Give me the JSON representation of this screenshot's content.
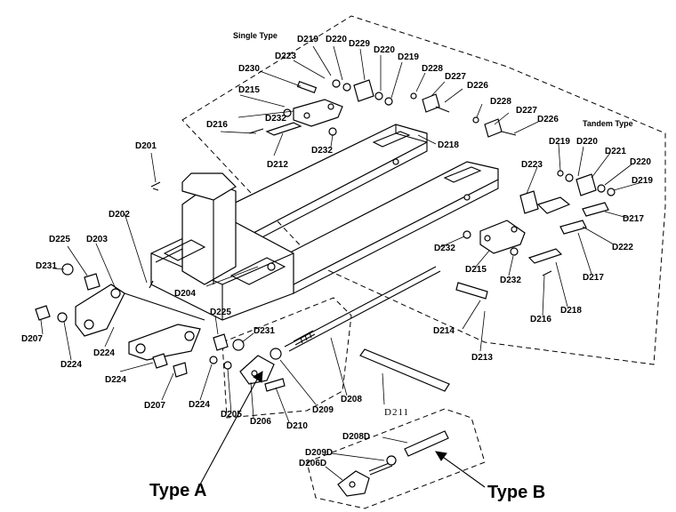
{
  "diagram": {
    "sections": {
      "single_type": "Single Type",
      "tandem_type": "Tandem Type",
      "type_a": "Type A",
      "type_b": "Type B"
    },
    "parts": [
      {
        "id": "p201",
        "code": "D201"
      },
      {
        "id": "p202",
        "code": "D202"
      },
      {
        "id": "p203",
        "code": "D203"
      },
      {
        "id": "p204",
        "code": "D204"
      },
      {
        "id": "p205",
        "code": "D205"
      },
      {
        "id": "p206",
        "code": "D206"
      },
      {
        "id": "p207a",
        "code": "D207"
      },
      {
        "id": "p207b",
        "code": "D207"
      },
      {
        "id": "p208",
        "code": "D208"
      },
      {
        "id": "p209",
        "code": "D209"
      },
      {
        "id": "p210",
        "code": "D210"
      },
      {
        "id": "p211",
        "code": "D211"
      },
      {
        "id": "p212",
        "code": "D212"
      },
      {
        "id": "p213",
        "code": "D213"
      },
      {
        "id": "p214",
        "code": "D214"
      },
      {
        "id": "p215a",
        "code": "D215"
      },
      {
        "id": "p215b",
        "code": "D215"
      },
      {
        "id": "p216a",
        "code": "D216"
      },
      {
        "id": "p216b",
        "code": "D216"
      },
      {
        "id": "p217a",
        "code": "D217"
      },
      {
        "id": "p217b",
        "code": "D217"
      },
      {
        "id": "p218a",
        "code": "D218"
      },
      {
        "id": "p218b",
        "code": "D218"
      },
      {
        "id": "p219a",
        "code": "D219"
      },
      {
        "id": "p219b",
        "code": "D219"
      },
      {
        "id": "p219c",
        "code": "D219"
      },
      {
        "id": "p219d",
        "code": "D219"
      },
      {
        "id": "p220a",
        "code": "D220"
      },
      {
        "id": "p220b",
        "code": "D220"
      },
      {
        "id": "p220c",
        "code": "D220"
      },
      {
        "id": "p220d",
        "code": "D220"
      },
      {
        "id": "p221",
        "code": "D221"
      },
      {
        "id": "p222",
        "code": "D222"
      },
      {
        "id": "p223a",
        "code": "D223"
      },
      {
        "id": "p223b",
        "code": "D223"
      },
      {
        "id": "p224a",
        "code": "D224"
      },
      {
        "id": "p224b",
        "code": "D224"
      },
      {
        "id": "p224c",
        "code": "D224"
      },
      {
        "id": "p224d",
        "code": "D224"
      },
      {
        "id": "p225a",
        "code": "D225"
      },
      {
        "id": "p225b",
        "code": "D225"
      },
      {
        "id": "p226a",
        "code": "D226"
      },
      {
        "id": "p226b",
        "code": "D226"
      },
      {
        "id": "p227a",
        "code": "D227"
      },
      {
        "id": "p227b",
        "code": "D227"
      },
      {
        "id": "p228a",
        "code": "D228"
      },
      {
        "id": "p228b",
        "code": "D228"
      },
      {
        "id": "p229",
        "code": "D229"
      },
      {
        "id": "p230",
        "code": "D230"
      },
      {
        "id": "p231a",
        "code": "D231"
      },
      {
        "id": "p231b",
        "code": "D231"
      },
      {
        "id": "p232a",
        "code": "D232"
      },
      {
        "id": "p232b",
        "code": "D232"
      },
      {
        "id": "p232c",
        "code": "D232"
      },
      {
        "id": "p232d",
        "code": "D232"
      },
      {
        "id": "p206d",
        "code": "D206D"
      },
      {
        "id": "p208d",
        "code": "D208D"
      },
      {
        "id": "p209d",
        "code": "D209D"
      }
    ]
  }
}
